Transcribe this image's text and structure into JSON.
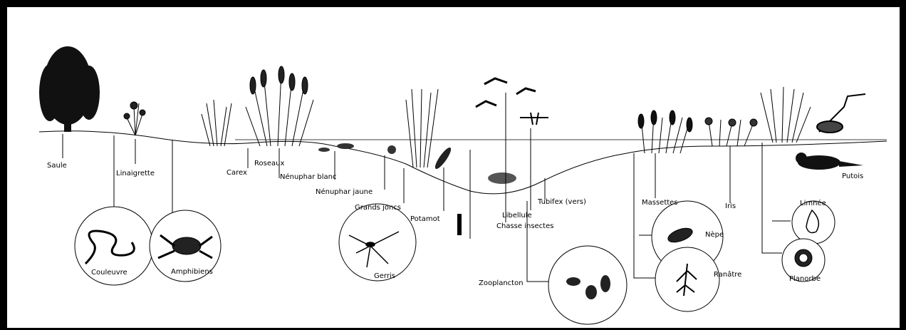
{
  "labels": {
    "saule": "Saule",
    "linaigrette": "Linaigrette",
    "carex": "Carex",
    "roseaux": "Roseaux",
    "nenuphar_blanc": "Nénuphar blanc",
    "nenuphar_jaune": "Nénuphar jaune",
    "grands_joncs": "Grands joncs",
    "potamot": "Potamot",
    "tubifex": "Tubifex (vers)",
    "libellule": "Libellule",
    "chasse_insectes": "Chasse insectes",
    "massettes": "Massettes",
    "iris": "Iris",
    "putois": "Putois",
    "limnee": "Limnée",
    "planorbe": "Planorbe",
    "nepe": "Nèpe",
    "ranatre": "Ranâtre",
    "couleuvre": "Couleuvre",
    "amphibiens": "Amphibiens",
    "gerris": "Gerris",
    "zooplancton": "Zooplancton"
  }
}
